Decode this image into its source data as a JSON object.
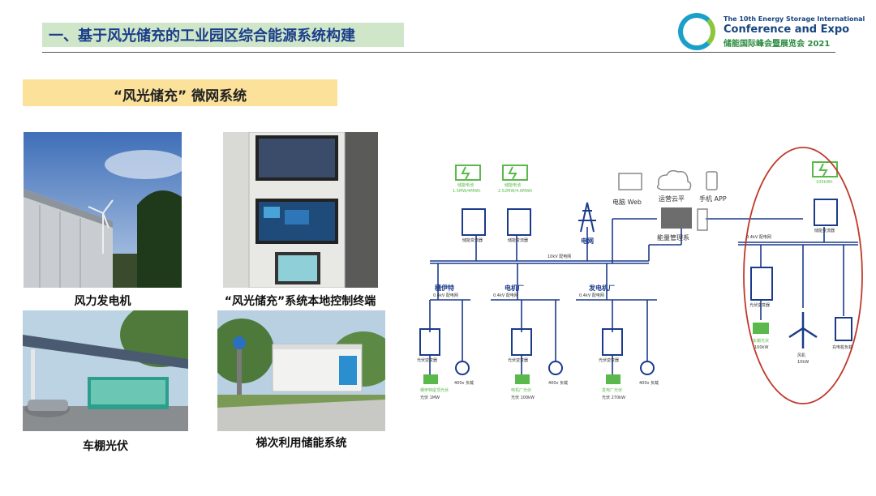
{
  "header": {
    "title": "一、基于风光储充的工业园区综合能源系统构建",
    "logo_line1": "The 10th Energy Storage International",
    "logo_line2": "Conference and Expo",
    "logo_line3": "储能国际峰会暨展览会 2021"
  },
  "section": {
    "subtitle": "“风光储充” 微网系统"
  },
  "photos": {
    "wind": "风力发电机",
    "terminal": "“风光储充”系统本地控制终端",
    "carport": "车棚光伏",
    "storage": "梯次利用储能系统"
  },
  "diagram": {
    "colors": {
      "line": "#1a3a8c",
      "green": "#5ab94a",
      "accent_circle": "#c0392b"
    },
    "top_labels": {
      "pc_web": "电脑 Web",
      "cloud": "运营云平",
      "app": "手机 APP",
      "ems": "能量管理系",
      "grid": "电网"
    },
    "battery_labels": [
      "储能电池",
      "储能电池"
    ],
    "battery_caps": [
      "1.5MW/4MWh",
      "2.52MW/4.6MWh"
    ],
    "pcs_labels": [
      "储能变流器",
      "储能变流器",
      "储能变流器"
    ],
    "bus_labels": {
      "main_10kv": "10kV 配电网",
      "bus_04_right": "0.4kV 配电网",
      "bus_04a": "0.4kV 配电网",
      "bus_04b": "0.4kV 配电网",
      "bus_04c": "0.4kV 配电网"
    },
    "plants": [
      "穗伊特",
      "电机厂",
      "发电机厂"
    ],
    "inverters": [
      "光伏逆变器",
      "光伏逆变器",
      "光伏逆变器"
    ],
    "pv_labels": [
      "穗伊特屋顶光伏",
      "电机厂光伏",
      "发电厂光伏"
    ],
    "pv_caps": [
      "光伏 1MW",
      "光伏 100kW",
      "光伏 270kW"
    ],
    "loads": [
      "400v 负载",
      "400v 负载",
      "400v 负载"
    ],
    "right": {
      "battery_cap": "100kWh",
      "inverter": "光伏逆变器",
      "pv_label": "车棚光伏",
      "pv_cap": "100kW",
      "wind": "风机",
      "wind_cap": "10kW",
      "charger": "充电桩负载"
    }
  }
}
